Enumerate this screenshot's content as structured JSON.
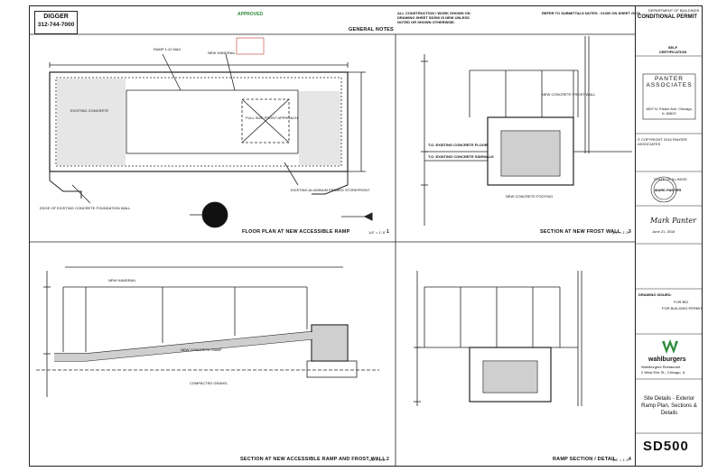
{
  "stamp_header": {
    "digger": "DIGGER",
    "digger_phone": "312-744-7000",
    "approved": "APPROVED",
    "general_notes": "GENERAL NOTES",
    "all_construction": "ALL CONSTRUCTION / WORK SHOWN ON DRAWING SHEET SD500 IS NEW UNLESS NOTED OR SHOWN OTHERWISE.",
    "refer_notes": "REFER TO SUBMITTALS NOTES - 01000 ON SHEET G015"
  },
  "views": {
    "plan_title": "FLOOR PLAN AT NEW ACCESSIBLE RAMP",
    "plan_scale": "1/4\" = 1'-0\"",
    "plan_no": "1",
    "section_frost_title": "SECTION AT NEW FROST WALL",
    "section_frost_scale": "3/4\" = 1'-0\"",
    "section_frost_no": "3",
    "section_ramp_title": "SECTION AT NEW ACCESSIBLE RAMP AND FROST WALL",
    "section_ramp_scale": "1/4\" = 1'-0\"",
    "section_ramp_no": "2",
    "ramp_detail_title": "RAMP SECTION / DETAIL",
    "ramp_detail_scale": "3/4\" = 1'-0\"",
    "ramp_detail_no": "4"
  },
  "plan_notes": {
    "ramp_1_12": "RAMP 1:12 MAX",
    "full_size": "FULL SIZE FRONT APPROACH",
    "existing_concrete": "EXISTING CONCRETE",
    "new_handrail": "NEW HANDRAIL",
    "edge_existing": "EDGE OF EXISTING CONCRETE FOUNDATION WALL",
    "existing_storefront": "EXISTING ALUMINUM FRAMED STOREFRONT"
  },
  "section_notes": {
    "tos_floor": "T.O. EXISTING CONCRETE FLOOR",
    "tos_sidewalk": "T.O. EXISTING CONCRETE SIDEWALK",
    "new_footing": "NEW CONCRETE FOOTING",
    "new_frost_wall": "NEW CONCRETE FROST WALL",
    "new_handrail": "NEW HANDRAIL",
    "new_concrete_ramp": "NEW CONCRETE RAMP",
    "compacted_gravel": "COMPACTED GRAVEL"
  },
  "title_block": {
    "dept": "DEPARTMENT OF BUILDINGS",
    "permit": "CONDITIONAL PERMIT",
    "self_cert": "SELF CERTIFICATION",
    "firm": "PANTER ASSOCIATES",
    "firm_address": "1807 N. Elston Ave. Chicago, IL 60622",
    "copyright": "© COPYRIGHT 2016 PANTER ASSOCIATES",
    "seal": "STATE OF ILLINOIS",
    "architect": "MARK PANTER",
    "signature": "Mark Panter",
    "date": "June 21, 2016",
    "drawing_issued": "DRAWING ISSUED:",
    "issue_1": "FOR BID",
    "issue_2": "FOR BUILDING PERMIT",
    "client": "wahlburgers",
    "project": "Wahlburgers Restaurant",
    "project_addr": "2 West Erie St., Chicago, IL",
    "sheet_title": "Site Details - Exterior Ramp Plan, Sections & Details",
    "sheet_number": "SD500"
  },
  "colors": {
    "line": "#222222",
    "red": "#c0392b",
    "green": "#2e8b3a",
    "hatch": "#777777"
  }
}
